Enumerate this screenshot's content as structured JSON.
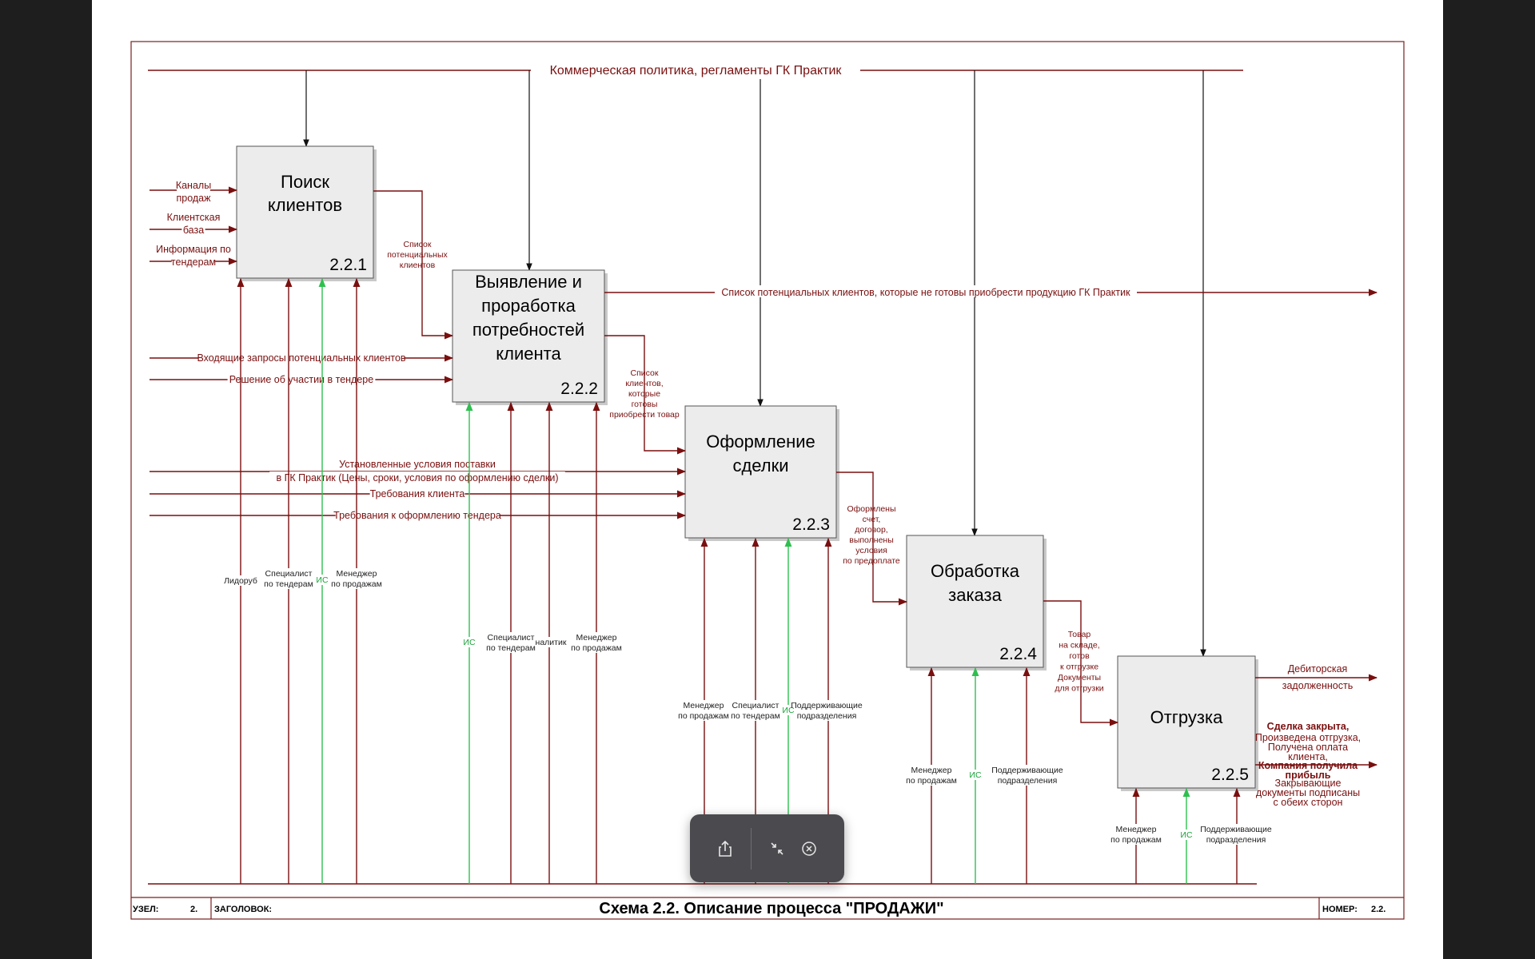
{
  "diagram": {
    "control_top": "Коммерческая политика, регламенты ГК Практик",
    "boxes": [
      {
        "title": [
          "Поиск",
          "клиентов"
        ],
        "number": "2.2.1"
      },
      {
        "title": [
          "Выявление и",
          "проработка",
          "потребностей",
          "клиента"
        ],
        "number": "2.2.2"
      },
      {
        "title": [
          "Оформление",
          "сделки"
        ],
        "number": "2.2.3"
      },
      {
        "title": [
          "Обработка",
          "заказа"
        ],
        "number": "2.2.4"
      },
      {
        "title": [
          "Отгрузка"
        ],
        "number": "2.2.5"
      }
    ],
    "inputs_box1": [
      [
        "Каналы",
        "продаж"
      ],
      [
        "Клиентская",
        "база"
      ],
      [
        "Информация по",
        "тендерам"
      ]
    ],
    "inputs_box2": [
      "Входящие запросы потенциальных клиентов",
      "Решение об участии в тендере"
    ],
    "inputs_box3": [
      [
        "Установленные условия поставки",
        "в ГК Практик (Цены, сроки, условия по оформлению сделки)"
      ],
      [
        "Требования клиента"
      ],
      [
        "Требования к оформлению тендера"
      ]
    ],
    "flow_1_2": [
      "Список",
      "потенциальных",
      "клиентов"
    ],
    "output_box2": "Список потенциальных клиентов, которые не готовы приобрести продукцию ГК Практик",
    "flow_2_3": [
      "Список",
      "клиентов,",
      "которые",
      "готовы",
      "приобрести товар"
    ],
    "flow_3_4": [
      "Оформлены",
      "счет,",
      "договор,",
      "выполнены",
      "условия",
      "по предоплате"
    ],
    "flow_4_5": [
      "Товар",
      "на складе,",
      "готов",
      "к отгрузке",
      "Документы",
      "для отгрузки"
    ],
    "output_box5_a": [
      "Дебиторская",
      "задолженность"
    ],
    "output_box5_b": {
      "bold1": [
        "Сделка закрыта,"
      ],
      "normal1": [
        "Произведена отгрузка,",
        "Получена оплата",
        "клиента,"
      ],
      "bold2": [
        "Компания получила",
        "прибыль"
      ],
      "normal2": [
        "Закрывающие",
        "документы подписаны",
        "с обеих сторон"
      ]
    },
    "mech_box1": [
      [
        "Лидоруб"
      ],
      [
        "Специалист",
        "по тендерам"
      ],
      [
        "ИС"
      ],
      [
        "Менеджер",
        "по продажам"
      ]
    ],
    "mech_box2": [
      [
        "ИС"
      ],
      [
        "Специалист",
        "по тендерам"
      ],
      [
        "налитик"
      ],
      [
        "Менеджер",
        "по продажам"
      ]
    ],
    "mech_box3": [
      [
        "Менеджер",
        "по продажам"
      ],
      [
        "Специалист",
        "по тендерам"
      ],
      [
        "ИС"
      ],
      [
        "Поддерживающие",
        "подразделения"
      ]
    ],
    "mech_box4": [
      [
        "Менеджер",
        "по продажам"
      ],
      [
        "ИС"
      ],
      [
        "Поддерживающие",
        "подразделения"
      ]
    ],
    "mech_box5": [
      [
        "Менеджер",
        "по продажам"
      ],
      [
        "ИС"
      ],
      [
        "Поддерживающие",
        "подразделения"
      ]
    ]
  },
  "footer": {
    "node_label": "УЗЕЛ:",
    "node_value": "2.",
    "header_label": "ЗАГОЛОВОК:",
    "title": "Схема 2.2. Описание процесса \"ПРОДАЖИ\"",
    "number_label": "НОМЕР:",
    "number_value": "2.2."
  },
  "toolbar": {
    "share_icon": "share-icon",
    "collapse_icon": "collapse-icon",
    "close_icon": "close-circle-icon"
  }
}
